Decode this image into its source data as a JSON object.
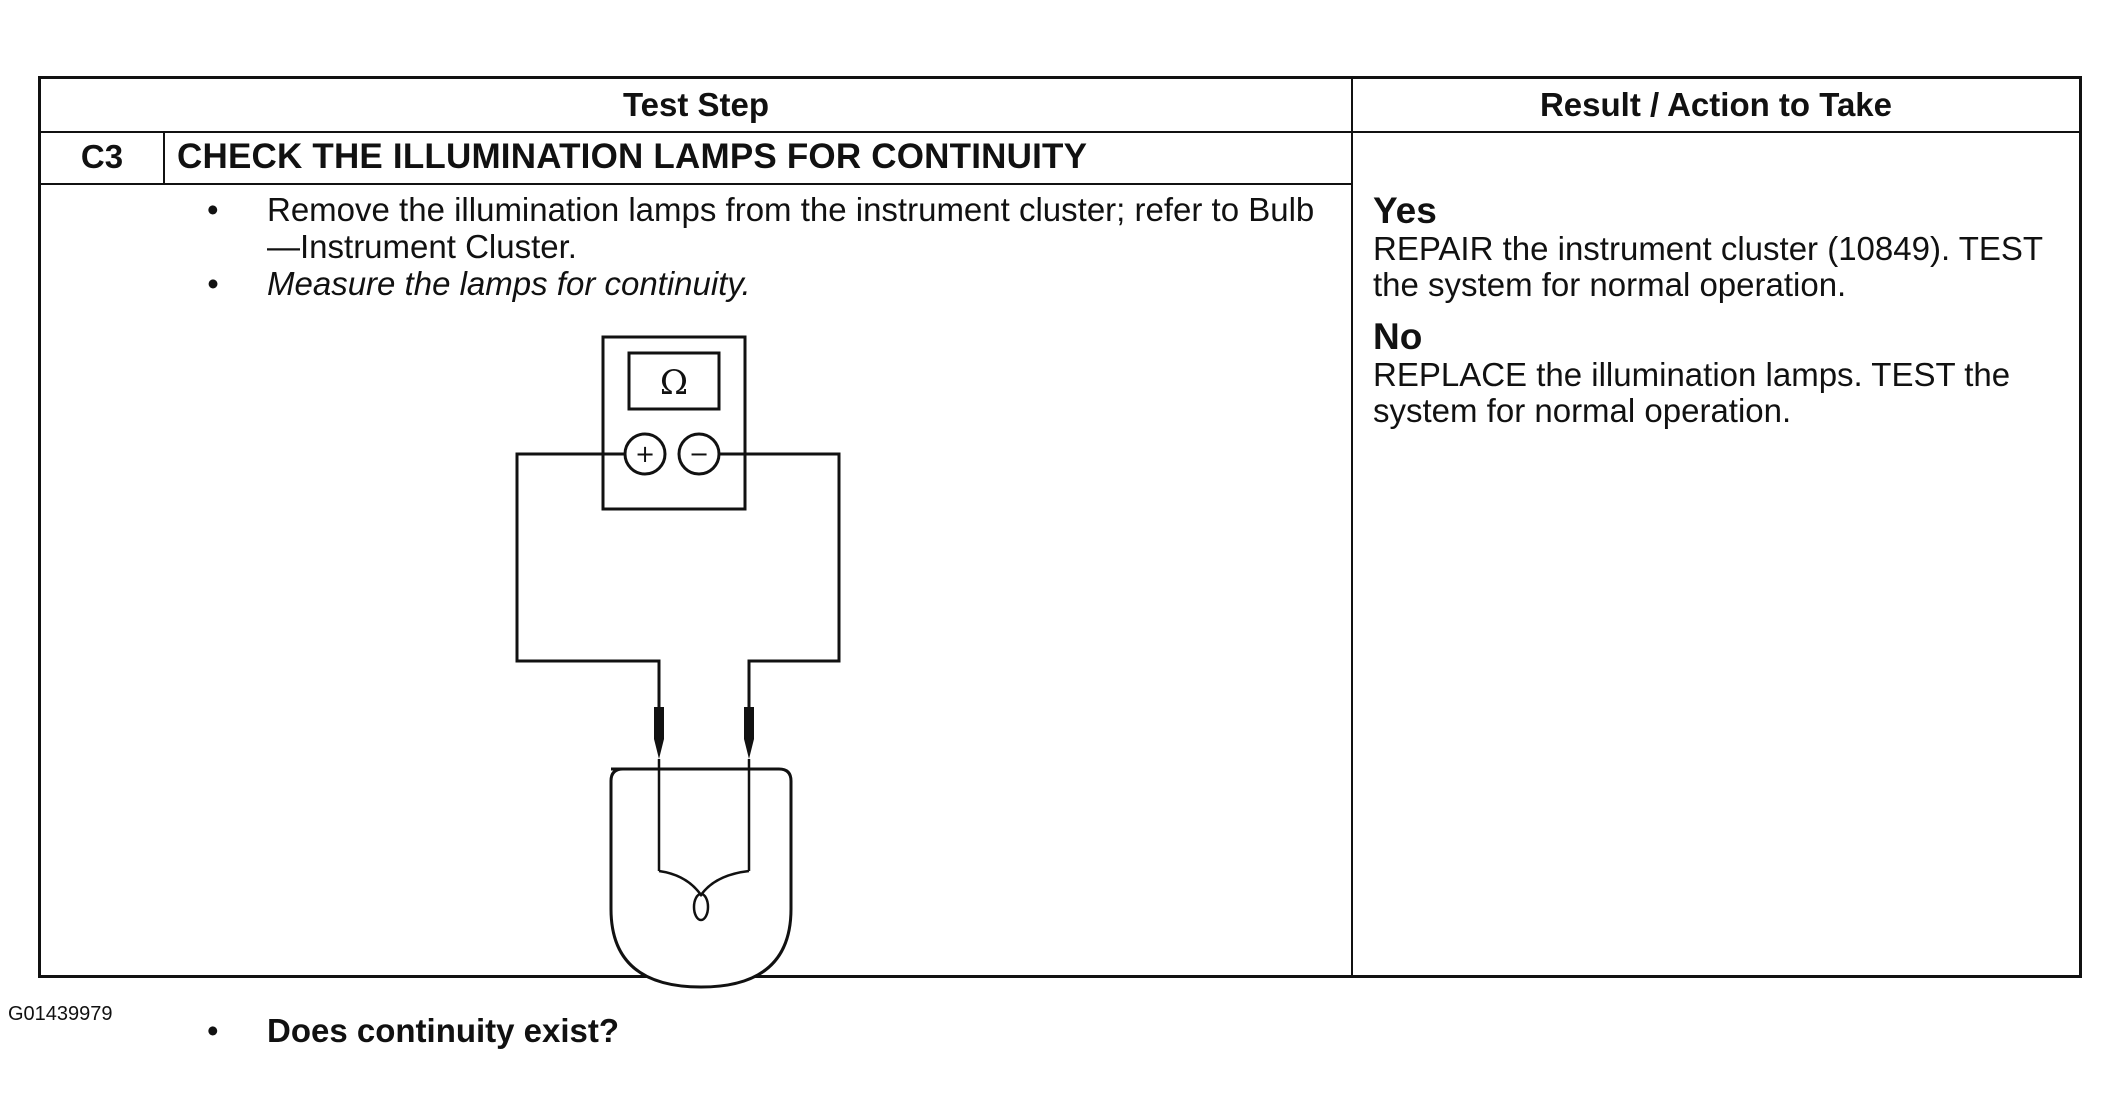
{
  "table": {
    "header_test_step": "Test Step",
    "header_result": "Result / Action to Take"
  },
  "step": {
    "id": "C3",
    "title": "CHECK THE ILLUMINATION LAMPS FOR CONTINUITY",
    "bullets": [
      "Remove the illumination lamps from the instrument cluster; refer to Bulb—Instrument Cluster.",
      "Measure the lamps for continuity."
    ],
    "question": "Does continuity exist?"
  },
  "diagram": {
    "meter_symbol": "Ω",
    "positive_terminal": "+",
    "negative_terminal": "−"
  },
  "results": {
    "yes_label": "Yes",
    "yes_action": "REPAIR the instrument cluster (10849). TEST the system for normal operation.",
    "no_label": "No",
    "no_action": "REPLACE the illumination lamps. TEST the system for normal operation."
  },
  "figure_id": "G01439979"
}
